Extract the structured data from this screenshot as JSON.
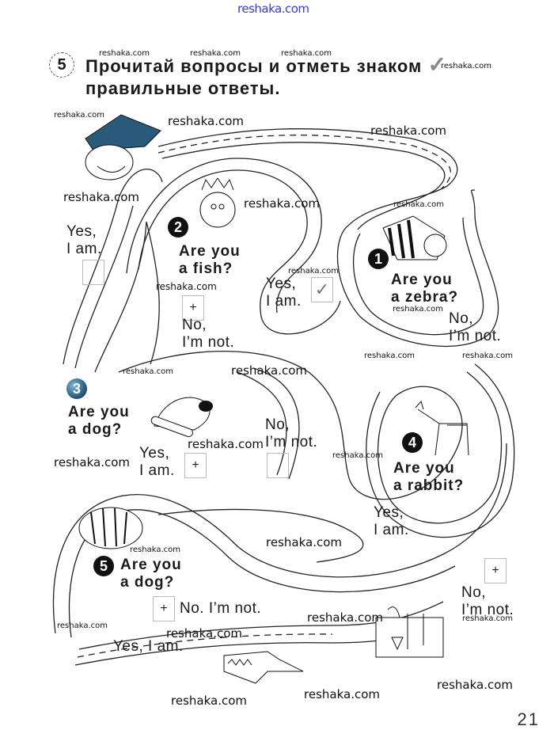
{
  "watermark_top": "reshaka.com",
  "watermark": "reshaka.com",
  "task": {
    "number": "5",
    "title_line1": "Прочитай вопросы и отметь знаком",
    "title_line2": "правильные ответы.",
    "check_symbol": "✓"
  },
  "questions": [
    {
      "number": "1",
      "text_line1": "Are you",
      "text_line2": "a zebra?",
      "animal": "zebra",
      "answers": [
        {
          "line1": "Yes,",
          "line2": "I am.",
          "mark": "✓"
        },
        {
          "line1": "No,",
          "line2": "I’m not.",
          "mark": ""
        }
      ]
    },
    {
      "number": "2",
      "text_line1": "Are you",
      "text_line2": "a fish?",
      "animal": "lion",
      "answers": [
        {
          "line1": "Yes,",
          "line2": "I am.",
          "mark": ""
        },
        {
          "line1": "No,",
          "line2": "I’m not.",
          "mark": "+"
        }
      ]
    },
    {
      "number": "3",
      "text_line1": "Are you",
      "text_line2": "a dog?",
      "animal": "dog",
      "answers": [
        {
          "line1": "Yes,",
          "line2": "I am.",
          "mark": "+"
        },
        {
          "line1": "No,",
          "line2": "I’m not.",
          "mark": ""
        }
      ]
    },
    {
      "number": "4",
      "text_line1": "Are you",
      "text_line2": "a rabbit?",
      "animal": "moose",
      "answers": [
        {
          "line1": "Yes,",
          "line2": "I am.",
          "mark": ""
        },
        {
          "line1": "No,",
          "line2": "I’m not.",
          "mark": "+"
        }
      ]
    },
    {
      "number": "5",
      "text_line1": "Are you",
      "text_line2": "a dog?",
      "animal": "tiger",
      "answers": [
        {
          "line1": "No. I’m not.",
          "line2": "",
          "mark": "+"
        },
        {
          "line1": "Yes, I am.",
          "line2": "",
          "mark": ""
        }
      ]
    }
  ],
  "illustrations": [
    "pirate",
    "lion",
    "zebra",
    "dog",
    "moose",
    "tiger",
    "crocodile",
    "treasure-chest"
  ],
  "page_number": "21"
}
